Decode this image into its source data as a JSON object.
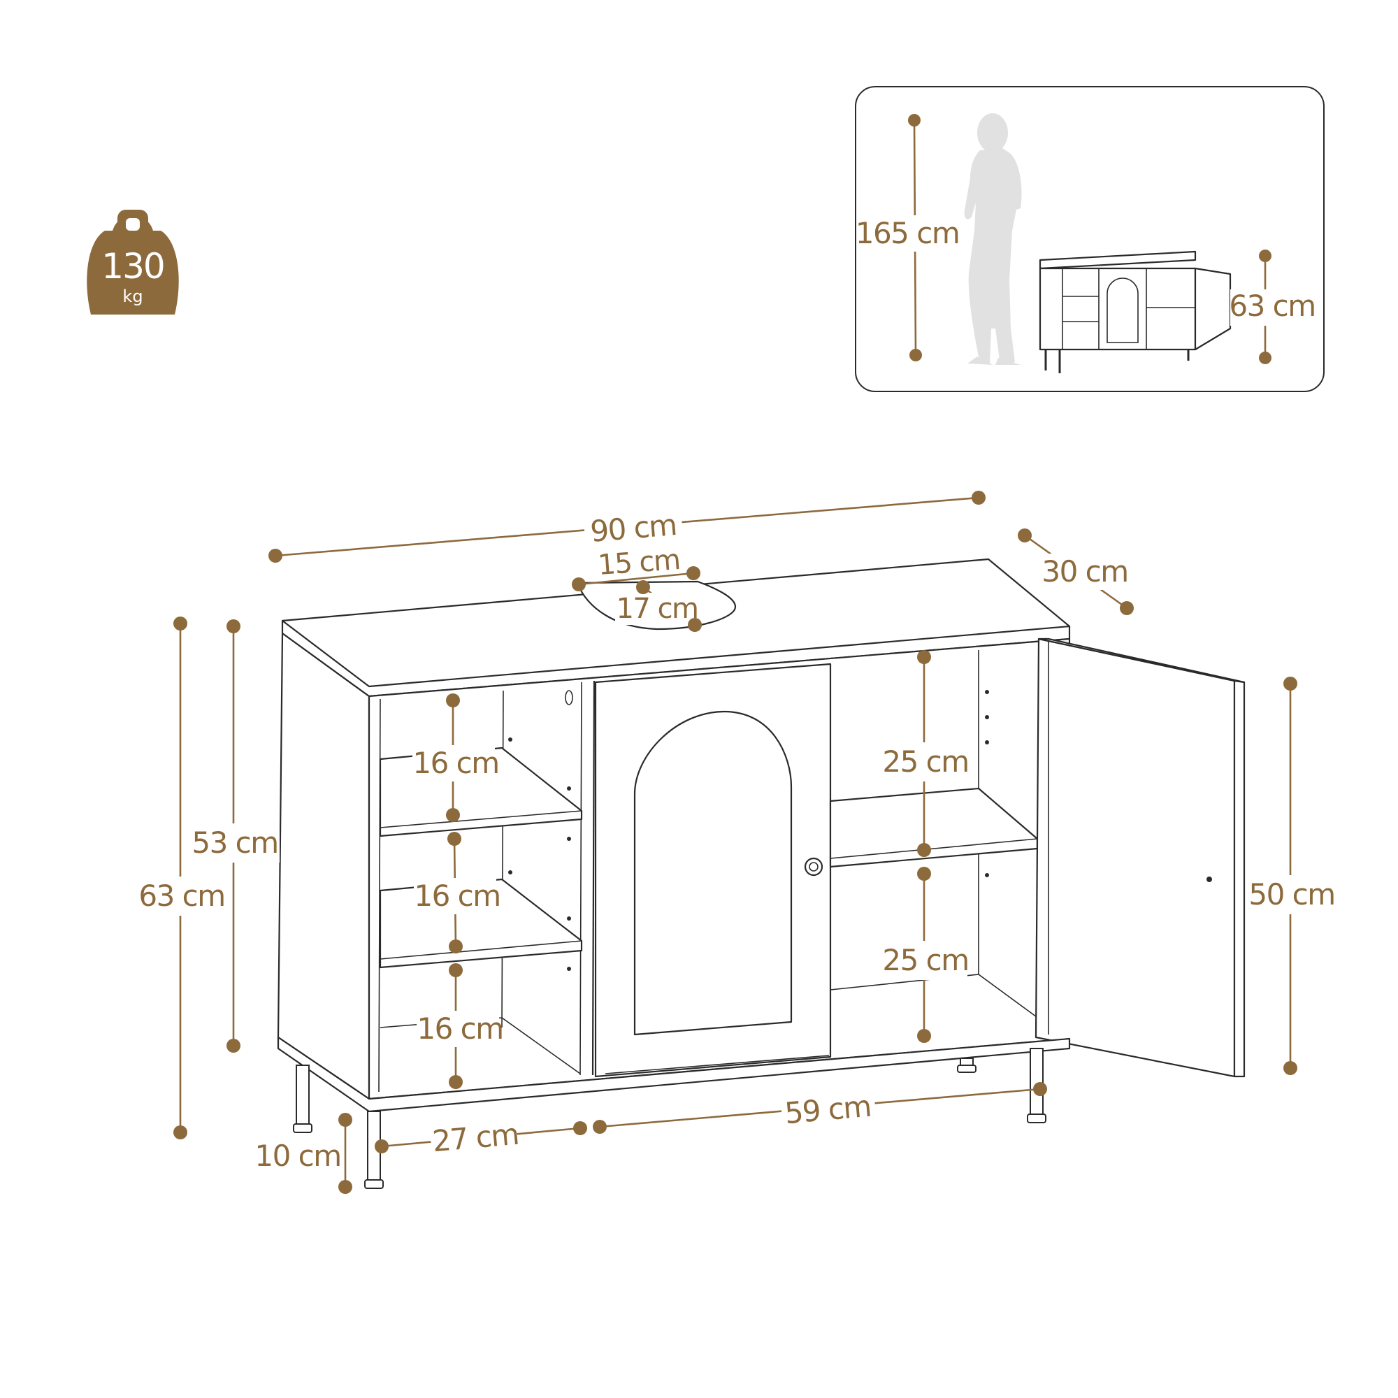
{
  "weight": {
    "value": "130",
    "unit": "kg",
    "color": "#8d6a3c",
    "icon": "weight-icon"
  },
  "inset": {
    "person_height": "165 cm",
    "cabinet_height": "63 cm",
    "icon": "person-silhouette-icon"
  },
  "dimensions": {
    "width": "90 cm",
    "depth": "30 cm",
    "cutout_width": "15 cm",
    "cutout_depth": "17 cm",
    "total_height": "63 cm",
    "body_height": "53 cm",
    "leg_height": "10 cm",
    "left_shelf_1": "16 cm",
    "left_shelf_2": "16 cm",
    "left_shelf_3": "16 cm",
    "right_shelf_1": "25 cm",
    "right_shelf_2": "25 cm",
    "door_height": "50 cm",
    "left_compartment_width": "27 cm",
    "right_section_width": "59 cm"
  },
  "colors": {
    "accent": "#8d6a3c",
    "line": "#2a2a2a",
    "silhouette": "#e1e1e1"
  }
}
